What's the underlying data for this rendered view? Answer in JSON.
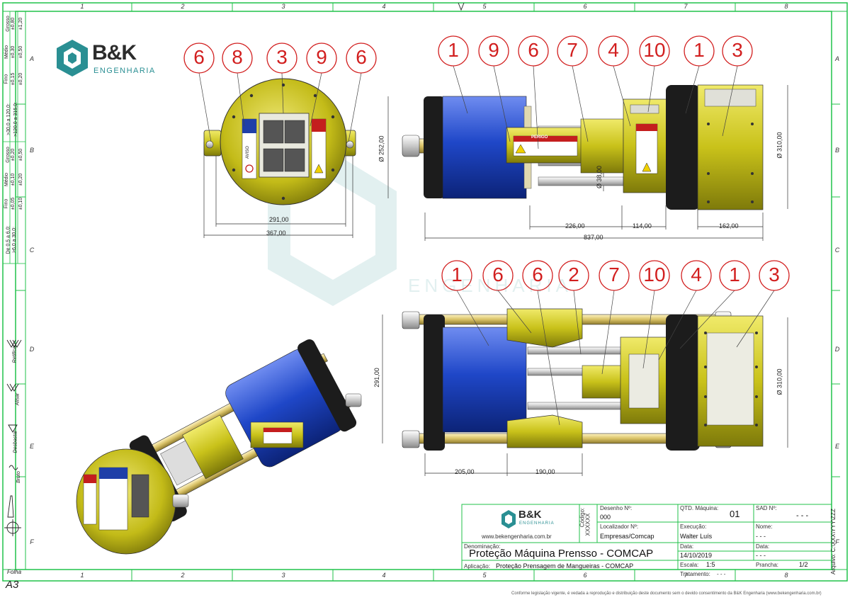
{
  "sheet": {
    "column_numbers": [
      "1",
      "2",
      "3",
      "4",
      "5",
      "6",
      "7",
      "8"
    ],
    "row_letters": [
      "A",
      "B",
      "C",
      "D",
      "E",
      "F"
    ],
    "folha_label": "Folha",
    "folha_value": "A3",
    "archive_label": "Arquivo: C:\\XXX\\YYY\\ZZZ",
    "legal_notice": "Conforme legislação vigente, é vedada a reprodução e distribuição deste documento sem o devido consentimento da B&K Engenharia (www.bekengenharia.com.br)"
  },
  "brand": {
    "logo_text": "B&K",
    "logo_sub": "ENGENHARIA",
    "website": "www.bekengenharia.com.br",
    "watermark_sub": "ENGENHARIA"
  },
  "tolerance_table": {
    "header_1": [
      "Grosso",
      "Médio",
      "Fino"
    ],
    "row_1": [
      "±0,80",
      "±0,30",
      "±0,15"
    ],
    "row_2": [
      "±1,20",
      "±0,50",
      "±0,20"
    ],
    "range_1": ">30,0 a 120,0:",
    "range_2": ">120,0 a 315,0:",
    "header_2": [
      "Grosso",
      "Médio",
      "Fino"
    ],
    "row_3": [
      "±0,20",
      "±0,10",
      "±0,05"
    ],
    "row_4": [
      "±0,50",
      "±0,20",
      "±0,10"
    ],
    "range_3": "De 0,5 a 6,0:",
    "range_4": ">6,0 a 30,0:"
  },
  "surface_symbols": {
    "retificar": "Retificar",
    "alisar": "Alisar",
    "desbastar": "Desbastar",
    "bruto": "Bruto"
  },
  "balloons": {
    "end_view": [
      "6",
      "8",
      "3",
      "9",
      "6"
    ],
    "side_view": [
      "1",
      "9",
      "6",
      "7",
      "4",
      "10",
      "1",
      "3"
    ],
    "top_view": [
      "1",
      "6",
      "6",
      "2",
      "7",
      "10",
      "4",
      "1",
      "3"
    ]
  },
  "dimensions": {
    "end_291": "291,00",
    "end_367": "367,00",
    "side_252": "Ø 252,00",
    "side_310": "Ø 310,00",
    "side_38": "Ø 38,00",
    "side_226": "226,00",
    "side_114": "114,00",
    "side_162": "162,00",
    "side_837": "837,00",
    "top_291": "291,00",
    "top_310": "Ø 310,00",
    "top_205": "205,00",
    "top_190": "190,00"
  },
  "labels_on_parts": {
    "perigo": "PERIGO",
    "aviso": "AVISO"
  },
  "title_block": {
    "codigo_label": "Código:",
    "codigo_value": "XXXXXX",
    "desenho_label": "Desenho Nº:",
    "desenho_value": "000",
    "qtd_label": "QTD. Máquina:",
    "qtd_value": "01",
    "sad_label": "SAD Nº:",
    "sad_value": "- - -",
    "localizador_label": "Localizador Nº:",
    "localizador_value": "Empresas/Comcap",
    "execucao_label": "Execução:",
    "execucao_value": "Walter Luís",
    "nome1_label": "Nome:",
    "nome1_value": "- - -",
    "denominacao_label": "Denominação:",
    "denominacao_value": "Proteção Máquina Prensso - COMCAP",
    "data1_label": "Data:",
    "data1_value": "14/10/2019",
    "data2_label": "Data:",
    "data2_value": "- - -",
    "escala_label": "Escala:",
    "escala_value": "1:5",
    "prancha_label": "Prancha:",
    "prancha_value": "1/2",
    "aplicacao_label": "Aplicação:",
    "aplicacao_value": "Proteção Prensagem de Mangueiras - COMCAP",
    "tratamento_label": "Tratamento:",
    "tratamento_value": "- - -"
  },
  "colors": {
    "frame_green": "#21c24a",
    "balloon_red": "#d21f1f",
    "brand_teal": "#2a8f93",
    "part_yellow": "#c9c21a",
    "part_blue": "#1f47c8",
    "rubber_black": "#1a1a1a",
    "rod": "#e4cf7a"
  }
}
